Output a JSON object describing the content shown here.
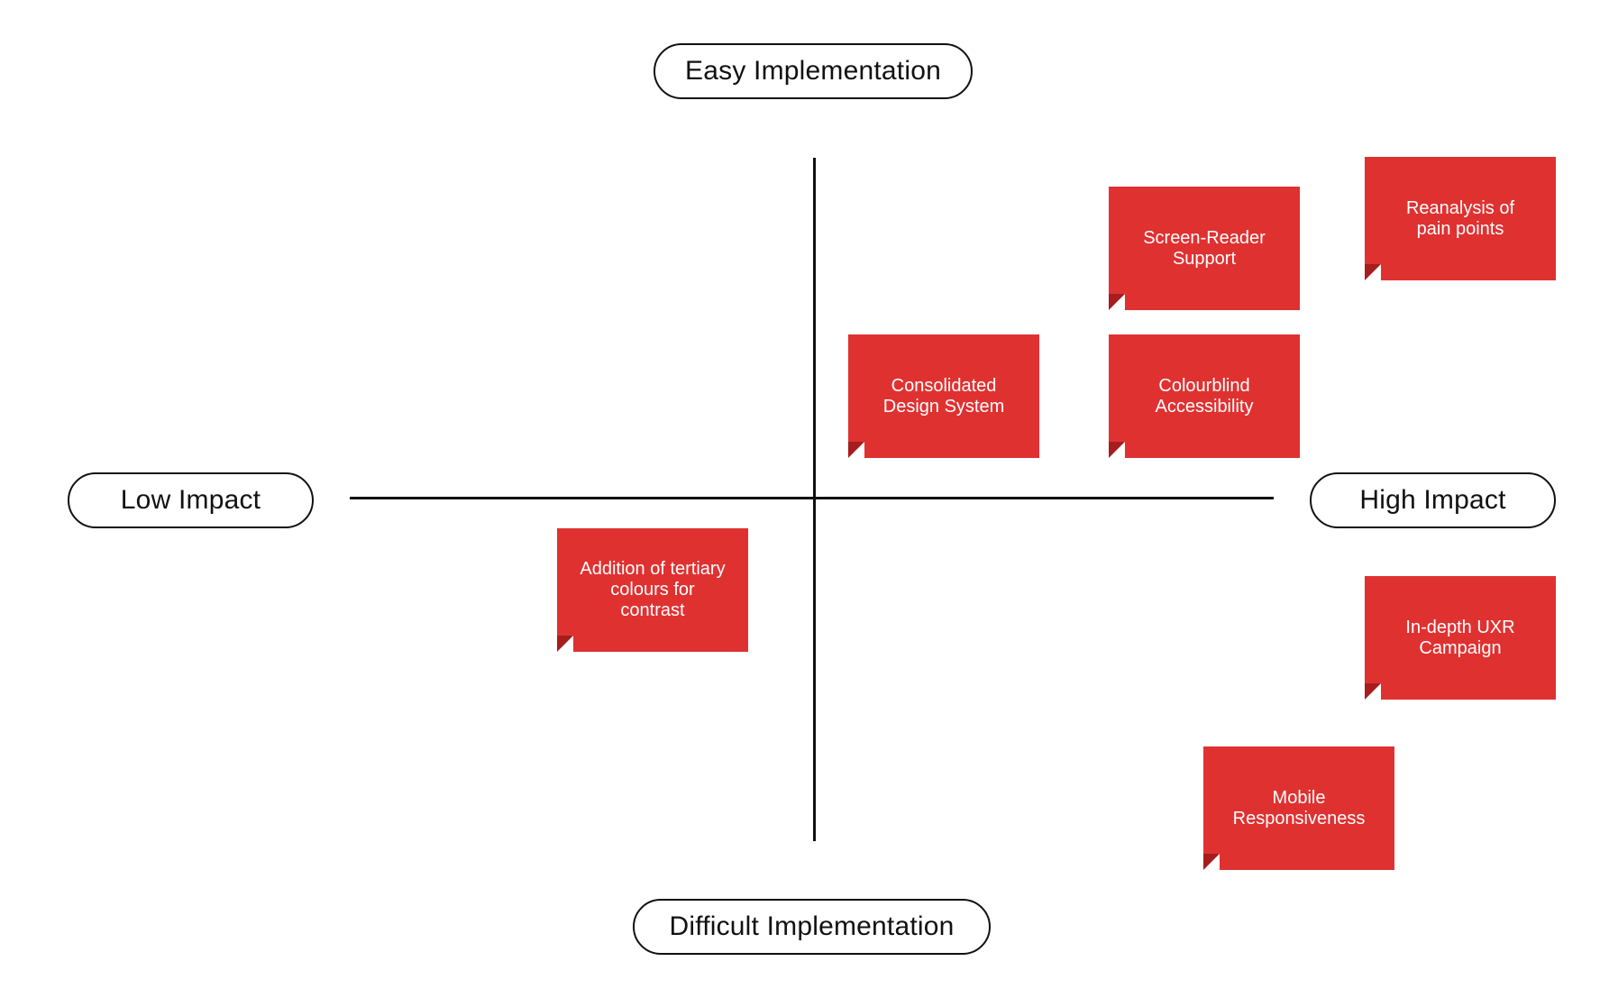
{
  "axes": {
    "top": "Easy Implementation",
    "bottom": "Difficult Implementation",
    "left": "Low Impact",
    "right": "High Impact"
  },
  "notes": [
    {
      "label": "Screen-Reader\nSupport",
      "quadrant": "easy-high"
    },
    {
      "label": "Reanalysis of\npain points",
      "quadrant": "easy-high"
    },
    {
      "label": "Consolidated\nDesign System",
      "quadrant": "easy-high"
    },
    {
      "label": "Colourblind\nAccessibility",
      "quadrant": "easy-high"
    },
    {
      "label": "Addition of tertiary\ncolours for\ncontrast",
      "quadrant": "difficult-low"
    },
    {
      "label": "In-depth UXR\nCampaign",
      "quadrant": "difficult-high"
    },
    {
      "label": "Mobile\nResponsiveness",
      "quadrant": "difficult-high"
    }
  ],
  "colors": {
    "note": "#e03131",
    "note_fold": "#a61d1d",
    "axis": "#111111",
    "background": "#ffffff"
  }
}
